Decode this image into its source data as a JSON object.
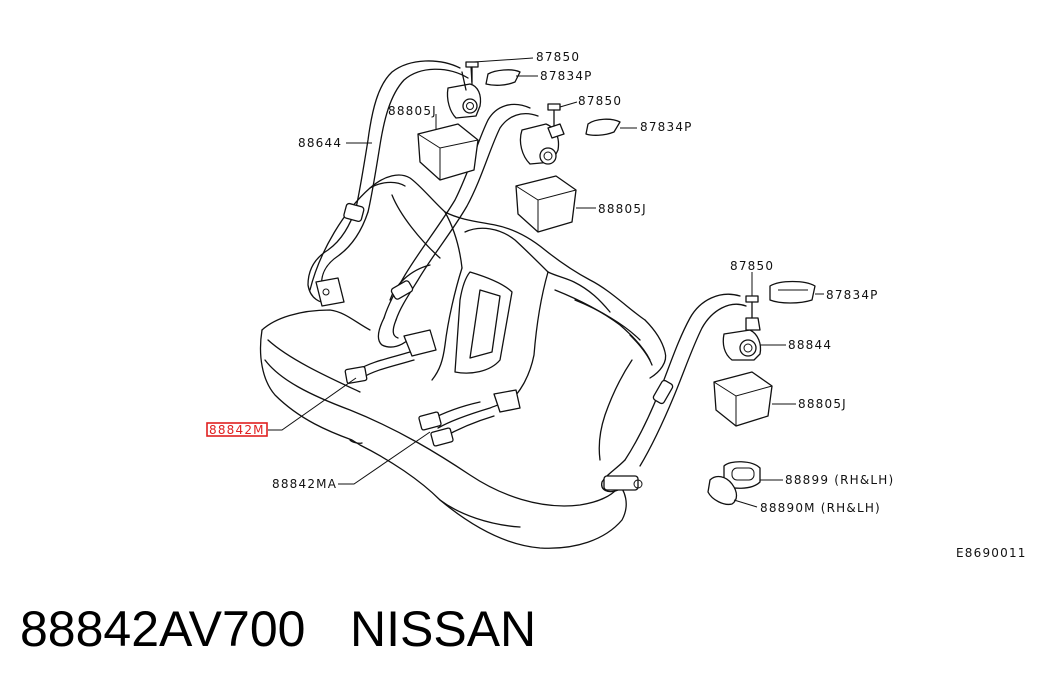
{
  "diagram": {
    "code": "E8690011",
    "labels": {
      "l87850_a": "87850",
      "l87834p_a": "87834P",
      "l87850_b": "87850",
      "l88805j_a": "88805J",
      "l87834p_b": "87834P",
      "l88644": "88644",
      "l88805j_b": "88805J",
      "l87850_c": "87850",
      "l87834p_c": "87834P",
      "l88844": "88844",
      "l88805j_c": "88805J",
      "l88842m": "88842M",
      "l88899": "88899 (RH&LH)",
      "l88842ma": "88842MA",
      "l88890m": "88890M (RH&LH)"
    },
    "highlight_color": "#e02020"
  },
  "caption": {
    "part_number": "88842AV700",
    "brand": "NISSAN"
  }
}
